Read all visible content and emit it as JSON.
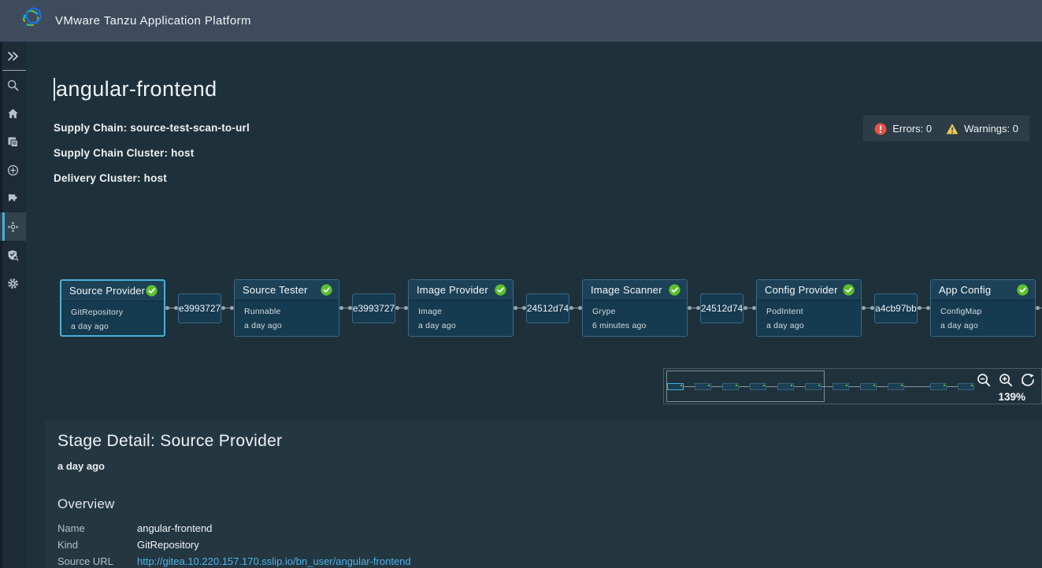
{
  "header": {
    "title": "VMware Tanzu Application Platform",
    "logo": "tanzu-heptagon-logo"
  },
  "sidebar": {
    "items": [
      {
        "icon": "expand-icon",
        "name": "expand-sidebar"
      },
      {
        "icon": "search-icon",
        "name": "search"
      },
      {
        "icon": "home-icon",
        "name": "home"
      },
      {
        "icon": "catalog-icon",
        "name": "catalog"
      },
      {
        "icon": "create-icon",
        "name": "create"
      },
      {
        "icon": "plugins-icon",
        "name": "plugins"
      },
      {
        "icon": "supply-chain-icon",
        "name": "supply-chains",
        "selected": true
      },
      {
        "icon": "security-analysis-icon",
        "name": "security-analysis"
      },
      {
        "icon": "settings-icon",
        "name": "settings"
      }
    ]
  },
  "page": {
    "title": "angular-frontend",
    "supply_chain": "Supply Chain: source-test-scan-to-url",
    "supply_chain_cluster": "Supply Chain Cluster: host",
    "delivery_cluster": "Delivery Cluster: host"
  },
  "status": {
    "errors_label": "Errors: 0",
    "warnings_label": "Warnings: 0"
  },
  "graph": {
    "nodes": [
      {
        "type": "stage",
        "title": "Source Provider",
        "kind": "GitRepository",
        "age": "a day ago",
        "status": "success",
        "selected": true
      },
      {
        "type": "artifact",
        "label": "e3993727"
      },
      {
        "type": "stage",
        "title": "Source Tester",
        "kind": "Runnable",
        "age": "a day ago",
        "status": "success"
      },
      {
        "type": "artifact",
        "label": "e3993727"
      },
      {
        "type": "stage",
        "title": "Image Provider",
        "kind": "Image",
        "age": "a day ago",
        "status": "success"
      },
      {
        "type": "artifact",
        "label": "24512d74"
      },
      {
        "type": "stage",
        "title": "Image Scanner",
        "kind": "Grype",
        "age": "6 minutes ago",
        "status": "success"
      },
      {
        "type": "artifact",
        "label": "24512d74"
      },
      {
        "type": "stage",
        "title": "Config Provider",
        "kind": "PodIntent",
        "age": "a day ago",
        "status": "success"
      },
      {
        "type": "artifact",
        "label": "a4cb97bb"
      },
      {
        "type": "stage",
        "title": "App Config",
        "kind": "ConfigMap",
        "age": "a day ago",
        "status": "success"
      }
    ]
  },
  "minimap": {
    "zoom_level": "139%",
    "node_count": 11,
    "selected_index": 0,
    "big_gap_before_index": 9,
    "controls": [
      "zoom-out",
      "zoom-in",
      "reset-view"
    ]
  },
  "detail": {
    "title": "Stage Detail: Source Provider",
    "age": "a day ago",
    "section_title": "Overview",
    "fields": [
      {
        "label": "Name",
        "value": "angular-frontend",
        "type": "text"
      },
      {
        "label": "Kind",
        "value": "GitRepository",
        "type": "text"
      },
      {
        "label": "Source URL",
        "value": "http://gitea.10.220.157.170.sslip.io/bn_user/angular-frontend",
        "type": "link"
      }
    ]
  },
  "colors": {
    "accent_blue": "#49afd9",
    "success_green": "#5cc02c",
    "error_red": "#ee5044",
    "warning_yellow": "#f0cc4e",
    "link_blue": "#4fb2e8",
    "header_bg": "#3e4b5d",
    "main_bg": "#1e313a",
    "panel_bg": "#243741",
    "node_bg": "#163a4f"
  }
}
